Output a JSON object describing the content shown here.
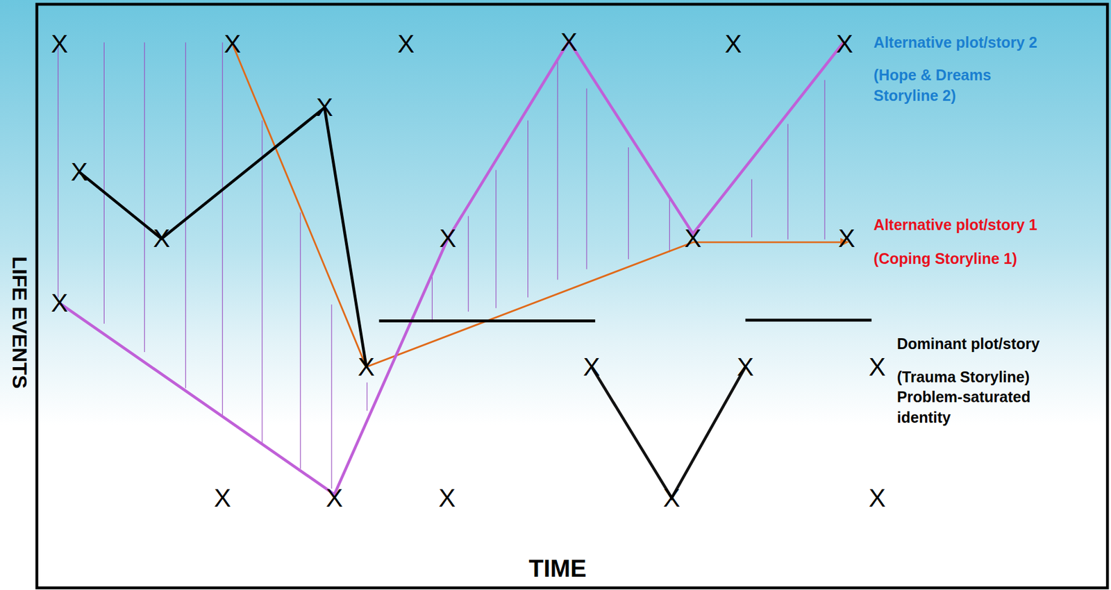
{
  "diagram": {
    "labels": [
      "LIFE EVENTS",
      "TIME",
      "Alternative plot/story 2",
      "(Hope & Dreams Storyline 2)",
      "Alternative plot/story 1",
      "(Coping Storyline 1)",
      "Dominant plot/story",
      "(Trauma Storyline) Problem-saturated identity",
      "X",
      "X",
      "X",
      "X",
      "X",
      "X",
      "X",
      "X",
      "X",
      "X",
      "X",
      "X",
      "X",
      "X",
      "X",
      "X",
      "X",
      "X",
      "X",
      "X",
      "X",
      "X"
    ]
  }
}
